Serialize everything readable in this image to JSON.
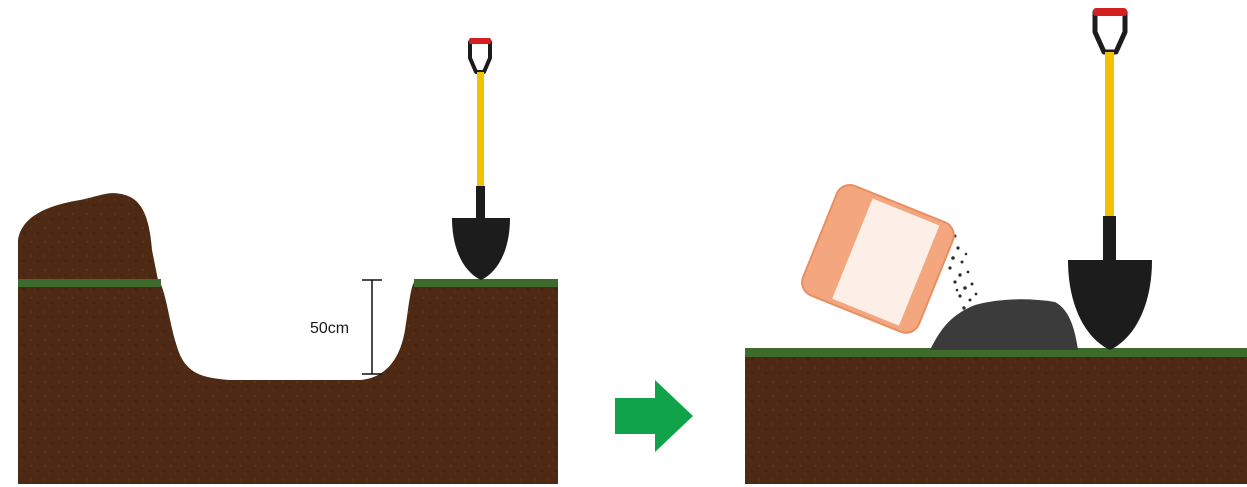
{
  "steps": [
    {
      "name": "dig-hole",
      "depth_label": "50cm"
    },
    {
      "name": "fill-and-mix"
    }
  ],
  "colors": {
    "soil": "#4e2a14",
    "soil_dark": "#3d2010",
    "grass": "#3e6b2c",
    "shovel_blade": "#1c1c1c",
    "shovel_shaft": "#f2c200",
    "shovel_grip": "#d42020",
    "arrow": "#10a34a",
    "bag": "#f4a77e",
    "bag_label": "#fbefe7",
    "fertilizer_pile": "#3b3b3b",
    "granules": "#2d2d2d"
  },
  "icons": {
    "transition_arrow": "right-arrow-icon",
    "tool": "shovel-icon"
  }
}
